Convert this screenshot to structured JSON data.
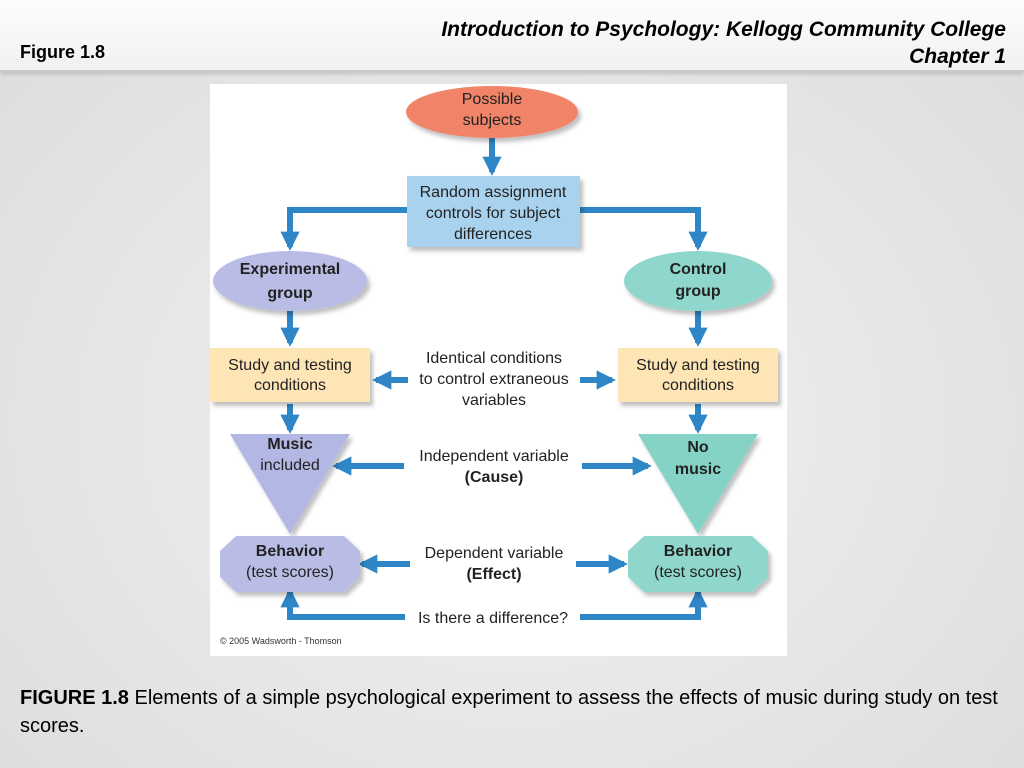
{
  "header": {
    "course_line1": "Introduction to Psychology: Kellogg Community College",
    "course_line2": "Chapter 1",
    "figure_label": "Figure 1.8"
  },
  "diagram": {
    "possible_subjects": [
      "Possible",
      "subjects"
    ],
    "random_assignment": [
      "Random assignment",
      "controls for subject",
      "differences"
    ],
    "experimental_group": [
      "Experimental",
      "group"
    ],
    "control_group": [
      "Control",
      "group"
    ],
    "study_testing_left": [
      "Study and testing",
      "conditions"
    ],
    "study_testing_right": [
      "Study and testing",
      "conditions"
    ],
    "identical_conditions": [
      "Identical conditions",
      "to control extraneous",
      "variables"
    ],
    "music_included": [
      "Music",
      "included"
    ],
    "no_music": [
      "No",
      "music"
    ],
    "independent_variable": [
      "Independent variable",
      "(Cause)"
    ],
    "behavior_left": [
      "Behavior",
      "(test scores)"
    ],
    "behavior_right": [
      "Behavior",
      "(test scores)"
    ],
    "dependent_variable": [
      "Dependent variable",
      "(Effect)"
    ],
    "difference_question": "Is there a difference?",
    "copyright": "© 2005 Wadsworth - Thomson"
  },
  "caption": {
    "id": "FIGURE 1.8",
    "text": " Elements of a simple psychological experiment to assess the effects of music during study on test scores."
  },
  "colors": {
    "arrow": "#2f86c6",
    "possible_subjects": "#f08368",
    "random_assignment": "#a9d2ee",
    "experimental_group": "#b9bde6",
    "control_group": "#8fd6cc",
    "study_box": "#fde5b6",
    "music_triangle": "#b3b7e3",
    "no_music_triangle": "#84d3c6",
    "behavior_left": "#b9bde6",
    "behavior_right": "#8fd6cc"
  }
}
